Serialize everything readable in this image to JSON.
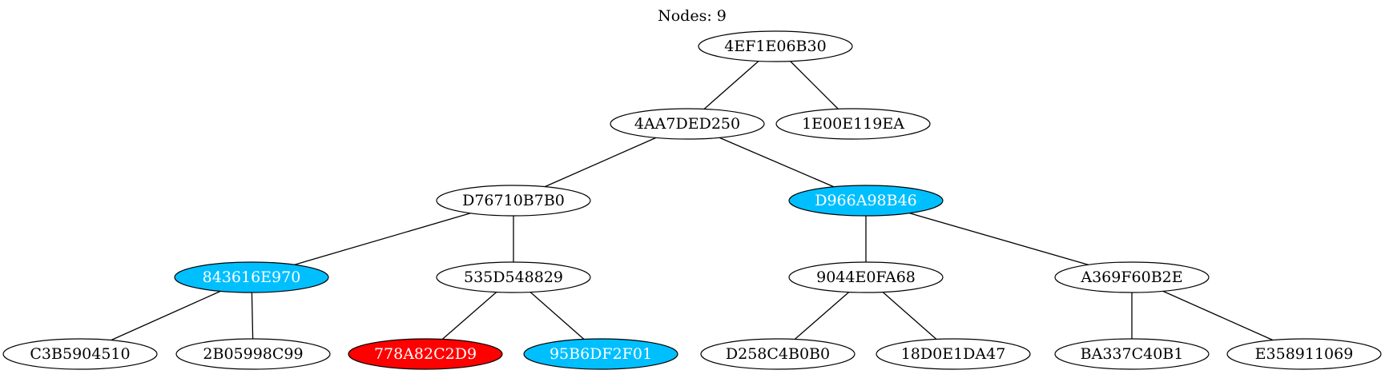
{
  "title": "Nodes: 9",
  "colors": {
    "default_fill": "#ffffff",
    "highlight_cyan": "#00bfff",
    "highlight_red": "#ff0000",
    "stroke": "#000000"
  },
  "nodes": [
    {
      "id": "n0",
      "label": "4EF1E06B30",
      "fill": "#ffffff"
    },
    {
      "id": "n1",
      "label": "4AA7DED250",
      "fill": "#ffffff"
    },
    {
      "id": "n2",
      "label": "1E00E119EA",
      "fill": "#ffffff"
    },
    {
      "id": "n3",
      "label": "D76710B7B0",
      "fill": "#ffffff"
    },
    {
      "id": "n4",
      "label": "D966A98B46",
      "fill": "#00bfff"
    },
    {
      "id": "n5",
      "label": "843616E970",
      "fill": "#00bfff"
    },
    {
      "id": "n6",
      "label": "535D548829",
      "fill": "#ffffff"
    },
    {
      "id": "n7",
      "label": "9044E0FA68",
      "fill": "#ffffff"
    },
    {
      "id": "n8",
      "label": "A369F60B2E",
      "fill": "#ffffff"
    },
    {
      "id": "n9",
      "label": "C3B5904510",
      "fill": "#ffffff"
    },
    {
      "id": "n10",
      "label": "2B05998C99",
      "fill": "#ffffff"
    },
    {
      "id": "n11",
      "label": "778A82C2D9",
      "fill": "#ff0000"
    },
    {
      "id": "n12",
      "label": "95B6DF2F01",
      "fill": "#00bfff"
    },
    {
      "id": "n13",
      "label": "D258C4B0B0",
      "fill": "#ffffff"
    },
    {
      "id": "n14",
      "label": "18D0E1DA47",
      "fill": "#ffffff"
    },
    {
      "id": "n15",
      "label": "BA337C40B1",
      "fill": "#ffffff"
    },
    {
      "id": "n16",
      "label": "E358911069",
      "fill": "#ffffff"
    }
  ],
  "edges": [
    [
      "n0",
      "n1"
    ],
    [
      "n0",
      "n2"
    ],
    [
      "n1",
      "n3"
    ],
    [
      "n1",
      "n4"
    ],
    [
      "n3",
      "n5"
    ],
    [
      "n3",
      "n6"
    ],
    [
      "n4",
      "n7"
    ],
    [
      "n4",
      "n8"
    ],
    [
      "n5",
      "n9"
    ],
    [
      "n5",
      "n10"
    ],
    [
      "n6",
      "n11"
    ],
    [
      "n6",
      "n12"
    ],
    [
      "n7",
      "n13"
    ],
    [
      "n7",
      "n14"
    ],
    [
      "n8",
      "n15"
    ],
    [
      "n8",
      "n16"
    ]
  ]
}
